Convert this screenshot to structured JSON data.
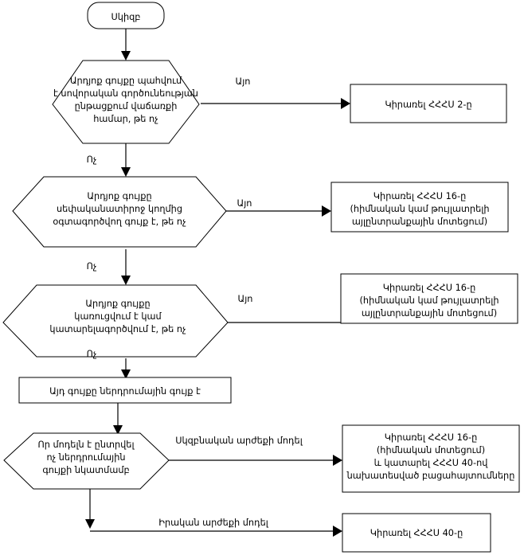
{
  "diagram": {
    "title_visible": false,
    "language": "Armenian",
    "colors": {
      "stroke": "#000000",
      "fill": "#ffffff",
      "text": "#000000",
      "background": "#ffffff"
    },
    "nodes": [
      {
        "id": "start",
        "shape": "rounded-rectangle",
        "lines": [
          "Սկիզբ"
        ]
      },
      {
        "id": "decision-1",
        "shape": "hexagon",
        "lines": [
          "Արդյոք գույքը պահվում",
          "է սովորական գործունեության",
          "ընթացքում վաճառքի",
          "համար, թե ոչ"
        ]
      },
      {
        "id": "result-1",
        "shape": "rectangle",
        "lines": [
          "Կիրառել ՀՀՀՍ 2-ը"
        ]
      },
      {
        "id": "decision-2",
        "shape": "hexagon",
        "lines": [
          "Արդյոք գույքը",
          "սեփականատիրոջ կողմից",
          "օգտագործվող գույք է, թե ոչ"
        ]
      },
      {
        "id": "result-2",
        "shape": "rectangle",
        "lines": [
          "Կիրառել ՀՀՀՍ 16-ը",
          "(հիմնական կամ թույլատրելի",
          "այլընտրանքային մոտեցում)"
        ]
      },
      {
        "id": "decision-3",
        "shape": "hexagon",
        "lines": [
          "Արդյոք գույքը",
          "կառուցվում է կամ",
          "կատարելագործվում է, թե ոչ"
        ]
      },
      {
        "id": "result-3",
        "shape": "rectangle",
        "lines": [
          "Կիրառել ՀՀՀՍ 16-ը",
          "(հիմնական կամ թույլատրելի",
          "այլընտրանքային մոտեցում)"
        ]
      },
      {
        "id": "statement",
        "shape": "rectangle",
        "lines": [
          "Այդ գույքը ներդրումային գույք է"
        ]
      },
      {
        "id": "decision-4",
        "shape": "hexagon",
        "lines": [
          "Որ մոդելն է ընտրվել",
          "ոչ ներդրումային",
          "գույքի նկատմամբ"
        ]
      },
      {
        "id": "result-4",
        "shape": "rectangle",
        "lines": [
          "Կիրառել ՀՀՀՍ 16-ը",
          "(հիմնական մոտեցում)",
          "և կատարել ՀՀՀՍ 40-ով",
          "նախատեսված բացահայտումները"
        ]
      },
      {
        "id": "result-5",
        "shape": "rectangle",
        "lines": [
          "Կիրառել ՀՀՀՍ 40-ը"
        ]
      }
    ],
    "edge_labels": {
      "yes_1": "Այո",
      "no_1": "Ոչ",
      "yes_2": "Այո",
      "no_2": "Ոչ",
      "yes_3": "Այո",
      "no_3": "Ոչ",
      "cost_model": "Սկզբնական արժեքի մոդել",
      "fair_value_model": "Իրական արժեքի մոդել"
    }
  }
}
